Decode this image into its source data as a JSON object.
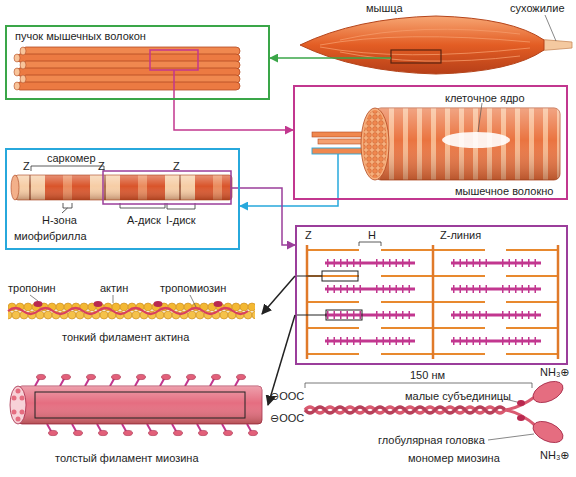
{
  "diagram": {
    "nodes": [
      {
        "text": [
          "мышца",
          "сухожилие"
        ]
      },
      {
        "text": [
          "пучок мышечных волокон"
        ]
      },
      {
        "text": [
          "клеточное ядро",
          "мышечное волокно"
        ]
      },
      {
        "text": [
          "Z",
          "саркомер",
          "Z",
          "Z",
          "H-зона",
          "миофибрилла",
          "A-диск",
          "I-диск"
        ]
      },
      {
        "text": [
          "Z",
          "H",
          "Z-линия"
        ]
      },
      {
        "text": [
          "тропонин",
          "актин",
          "тропомиозин",
          "тонкий филамент актина"
        ]
      },
      {
        "text": [
          "толстый филамент миозина"
        ]
      }
    ],
    "edges": [
      {
        "from": 0,
        "to": 1,
        "arrow": "to"
      },
      {
        "from": 1,
        "to": 2,
        "arrow": "to"
      },
      {
        "from": 2,
        "to": 3,
        "arrow": "to"
      },
      {
        "from": 3,
        "to": 4,
        "arrow": "to"
      },
      {
        "from": 4,
        "to": 5,
        "arrow": "to"
      },
      {
        "from": 4,
        "to": 6,
        "arrow": "to"
      }
    ],
    "labels": [
      "150 нм",
      "NH₃⊕",
      "⊖OOC",
      "малые субъединицы",
      "⊖OOC",
      "глобулярная головка",
      "мономер миозина",
      "NH₃⊕"
    ]
  }
}
